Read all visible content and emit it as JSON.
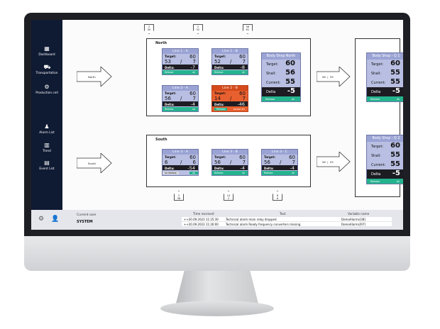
{
  "sidebar": {
    "items": [
      {
        "label": "Dashboard",
        "icon": "dashboard-icon"
      },
      {
        "label": "Transportation",
        "icon": "car-icon"
      },
      {
        "label": "Production cell",
        "icon": "robot-arm-icon"
      },
      {
        "label": "Alarm List",
        "icon": "alarm-person-icon"
      },
      {
        "label": "Trend",
        "icon": "bar-chart-icon"
      },
      {
        "label": "Event List",
        "icon": "calendar-icon"
      }
    ]
  },
  "top_pins": [
    {
      "a": "2",
      "b": "50"
    },
    {
      "a": "2",
      "b": "52"
    },
    {
      "a": "56",
      "b": "61"
    }
  ],
  "bottom_pins": [
    {
      "a": "2",
      "b": "58"
    },
    {
      "a": "14",
      "b": "2"
    },
    {
      "a": "6",
      "b": "6"
    }
  ],
  "groups": {
    "north": {
      "title": "North",
      "input_label": "North"
    },
    "south": {
      "title": "South",
      "input_label": "South"
    }
  },
  "mid_arrows": [
    {
      "left": "56",
      "right": "55"
    },
    {
      "left": "56",
      "right": "55"
    }
  ],
  "cards": [
    {
      "title": "Line 1 - A",
      "target_label": "Target:",
      "target": "60",
      "current": "53",
      "shall": "7",
      "delta_label": "Delta:",
      "delta": "-7",
      "foot_left": "Release",
      "foot_right": "ok"
    },
    {
      "title": "Line 1 - B",
      "target_label": "Target:",
      "target": "60",
      "current": "52",
      "shall": "7",
      "delta_label": "Delta:",
      "delta": "-8",
      "foot_left": "Release",
      "foot_right": "ok"
    },
    {
      "title": "Line 2 - A",
      "target_label": "Target:",
      "target": "60",
      "current": "56",
      "shall": "7",
      "delta_label": "Delta:",
      "delta": "-4",
      "foot_left": "Release",
      "foot_right": "ok"
    },
    {
      "title": "Line 2 - B",
      "target_label": "Target:",
      "target": "60",
      "current": "14",
      "shall": "7",
      "delta_label": "Delta:",
      "delta": "-46",
      "foot_left": "Release",
      "foot_right": "sensor err"
    },
    {
      "title": "Line 3 - A",
      "target_label": "Target:",
      "target": "60",
      "current": "6",
      "shall": "6",
      "delta_label": "Delta:",
      "delta": "-54",
      "foot_left": "no release",
      "foot_right": "ok"
    },
    {
      "title": "Line 3 - B",
      "target_label": "Target:",
      "target": "60",
      "current": "56",
      "shall": "7",
      "delta_label": "Delta:",
      "delta": "-4",
      "foot_left": "Release",
      "foot_right": "ok"
    },
    {
      "title": "Line 3 - C",
      "target_label": "Target:",
      "target": "60",
      "current": "56",
      "shall": "7",
      "delta_label": "Delta:",
      "delta": "-4",
      "foot_left": "Release",
      "foot_right": "ok"
    }
  ],
  "bodyshops": [
    {
      "title": "Body Shop North",
      "target_label": "Target:",
      "target": "60",
      "shall_label": "Shall:",
      "shall": "56",
      "current_label": "Current:",
      "current": "55",
      "delta_label": "Delta",
      "delta": "-5",
      "foot_left": "Release",
      "foot_right": "ok"
    },
    {
      "title": "Body Shop - Q 1",
      "target_label": "Target:",
      "target": "60",
      "shall_label": "Shall:",
      "shall": "55",
      "current_label": "Current:",
      "current": "55",
      "delta_label": "Delta",
      "delta": "-5",
      "foot_left": "Release",
      "foot_right": "ok"
    },
    {
      "title": "Body Shop - Q 2",
      "target_label": "Target:",
      "target": "60",
      "shall_label": "Shall:",
      "shall": "55",
      "current_label": "Current:",
      "current": "55",
      "delta_label": "Delta",
      "delta": "-5",
      "foot_left": "Release",
      "foot_right": "ok"
    }
  ],
  "bottom": {
    "current_user_label": "Current user",
    "user": "SYSTEM",
    "headers": {
      "time": "Time received",
      "text": "Text",
      "variable": "Variable name"
    },
    "alarms": [
      {
        "time": "++20.09.2023 11:25:30",
        "text": "Technical alarm main relay dropped",
        "variable": "DemoAlarms[38]"
      },
      {
        "time": "++20.09.2023 11:26:00",
        "text": "Technical alarm Ready frequency converters missing",
        "variable": "DemoAlarms[97]"
      }
    ]
  },
  "colors": {
    "sidebar": "#0f1a33",
    "card": "#b9bfe2",
    "alarm_card": "#e8602f",
    "ok_green": "#25b38e"
  }
}
